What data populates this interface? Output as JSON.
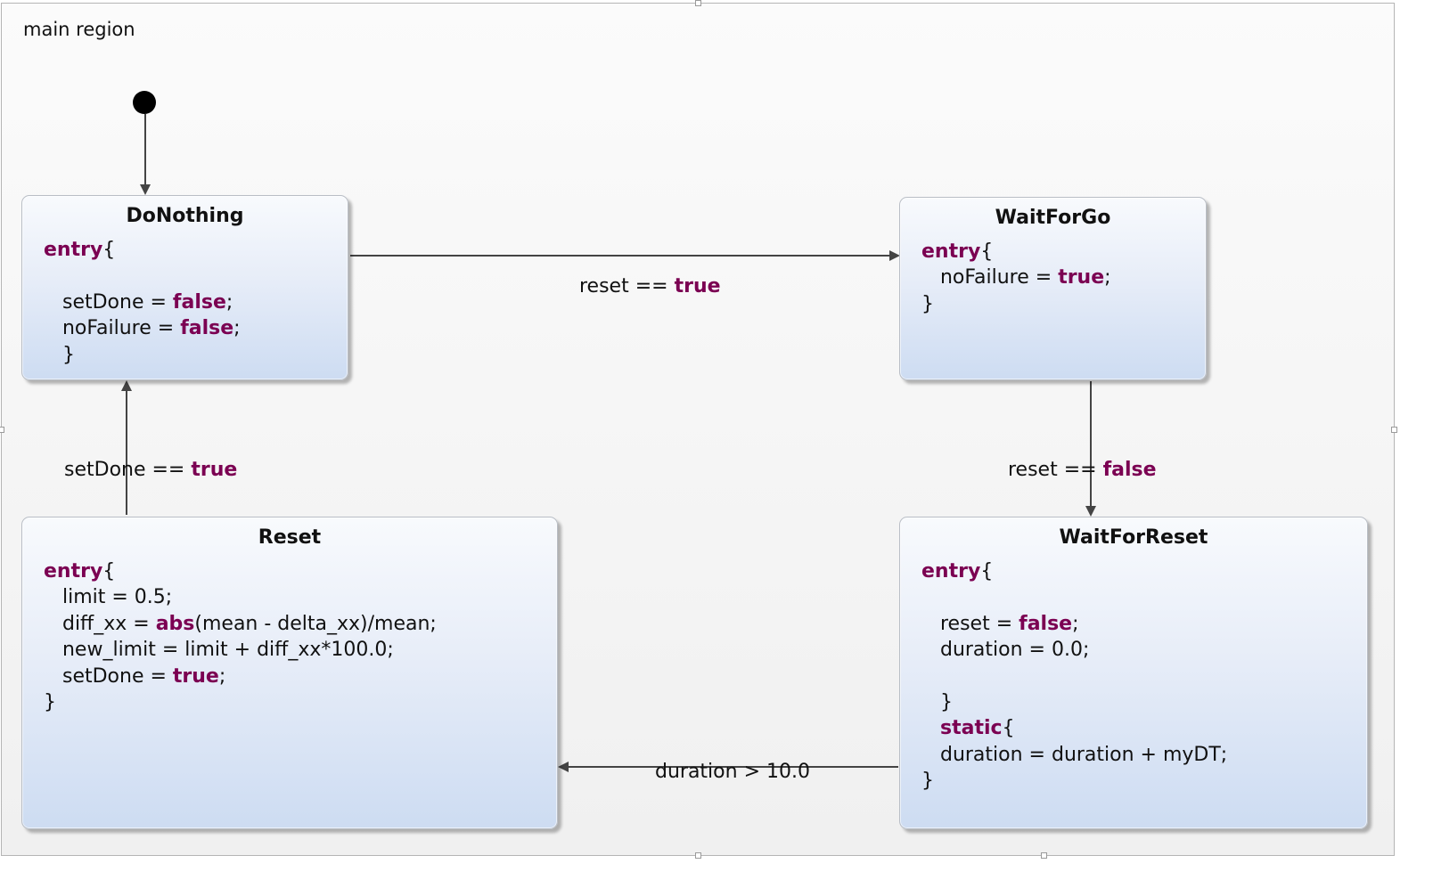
{
  "region": {
    "label": "main region"
  },
  "states": {
    "do_nothing": {
      "name": "DoNothing",
      "code": [
        [
          {
            "t": "entry",
            "kw": true
          },
          {
            "t": "{"
          }
        ],
        [],
        [
          {
            "t": "   setDone = "
          },
          {
            "t": "false",
            "kw": true
          },
          {
            "t": ";"
          }
        ],
        [
          {
            "t": "   noFailure = "
          },
          {
            "t": "false",
            "kw": true
          },
          {
            "t": ";"
          }
        ],
        [
          {
            "t": "   }"
          }
        ]
      ]
    },
    "wait_for_go": {
      "name": "WaitForGo",
      "code": [
        [
          {
            "t": "entry",
            "kw": true
          },
          {
            "t": "{"
          }
        ],
        [
          {
            "t": "   noFailure = "
          },
          {
            "t": "true",
            "kw": true
          },
          {
            "t": ";"
          }
        ],
        [
          {
            "t": "}"
          }
        ]
      ]
    },
    "reset": {
      "name": "Reset",
      "code": [
        [
          {
            "t": "entry",
            "kw": true
          },
          {
            "t": "{"
          }
        ],
        [
          {
            "t": "   limit = 0.5;"
          }
        ],
        [
          {
            "t": "   diff_xx = "
          },
          {
            "t": "abs",
            "kw": true
          },
          {
            "t": "(mean - delta_xx)/mean;"
          }
        ],
        [
          {
            "t": "   new_limit = limit + diff_xx*100.0;"
          }
        ],
        [
          {
            "t": "   setDone = "
          },
          {
            "t": "true",
            "kw": true
          },
          {
            "t": ";"
          }
        ],
        [
          {
            "t": "}"
          }
        ]
      ]
    },
    "wait_for_reset": {
      "name": "WaitForReset",
      "code": [
        [
          {
            "t": "entry",
            "kw": true
          },
          {
            "t": "{"
          }
        ],
        [],
        [
          {
            "t": "   reset = "
          },
          {
            "t": "false",
            "kw": true
          },
          {
            "t": ";"
          }
        ],
        [
          {
            "t": "   duration = 0.0;"
          }
        ],
        [],
        [
          {
            "t": "   }"
          }
        ],
        [
          {
            "t": "   "
          },
          {
            "t": "static",
            "kw": true
          },
          {
            "t": "{"
          }
        ],
        [
          {
            "t": "   duration = duration + myDT;"
          }
        ],
        [
          {
            "t": "}"
          }
        ]
      ]
    }
  },
  "transitions": {
    "donothing_to_waitforgo": {
      "guard": "reset == ",
      "value": "true"
    },
    "waitforgo_to_waitforreset": {
      "guard": "reset == ",
      "value": "false"
    },
    "waitforreset_to_reset": {
      "guard": "duration > 10.0",
      "value": ""
    },
    "reset_to_donothing": {
      "guard": "setDone == ",
      "value": "true"
    }
  },
  "colors": {
    "keyword": "#7b0052",
    "edge": "#444444"
  }
}
